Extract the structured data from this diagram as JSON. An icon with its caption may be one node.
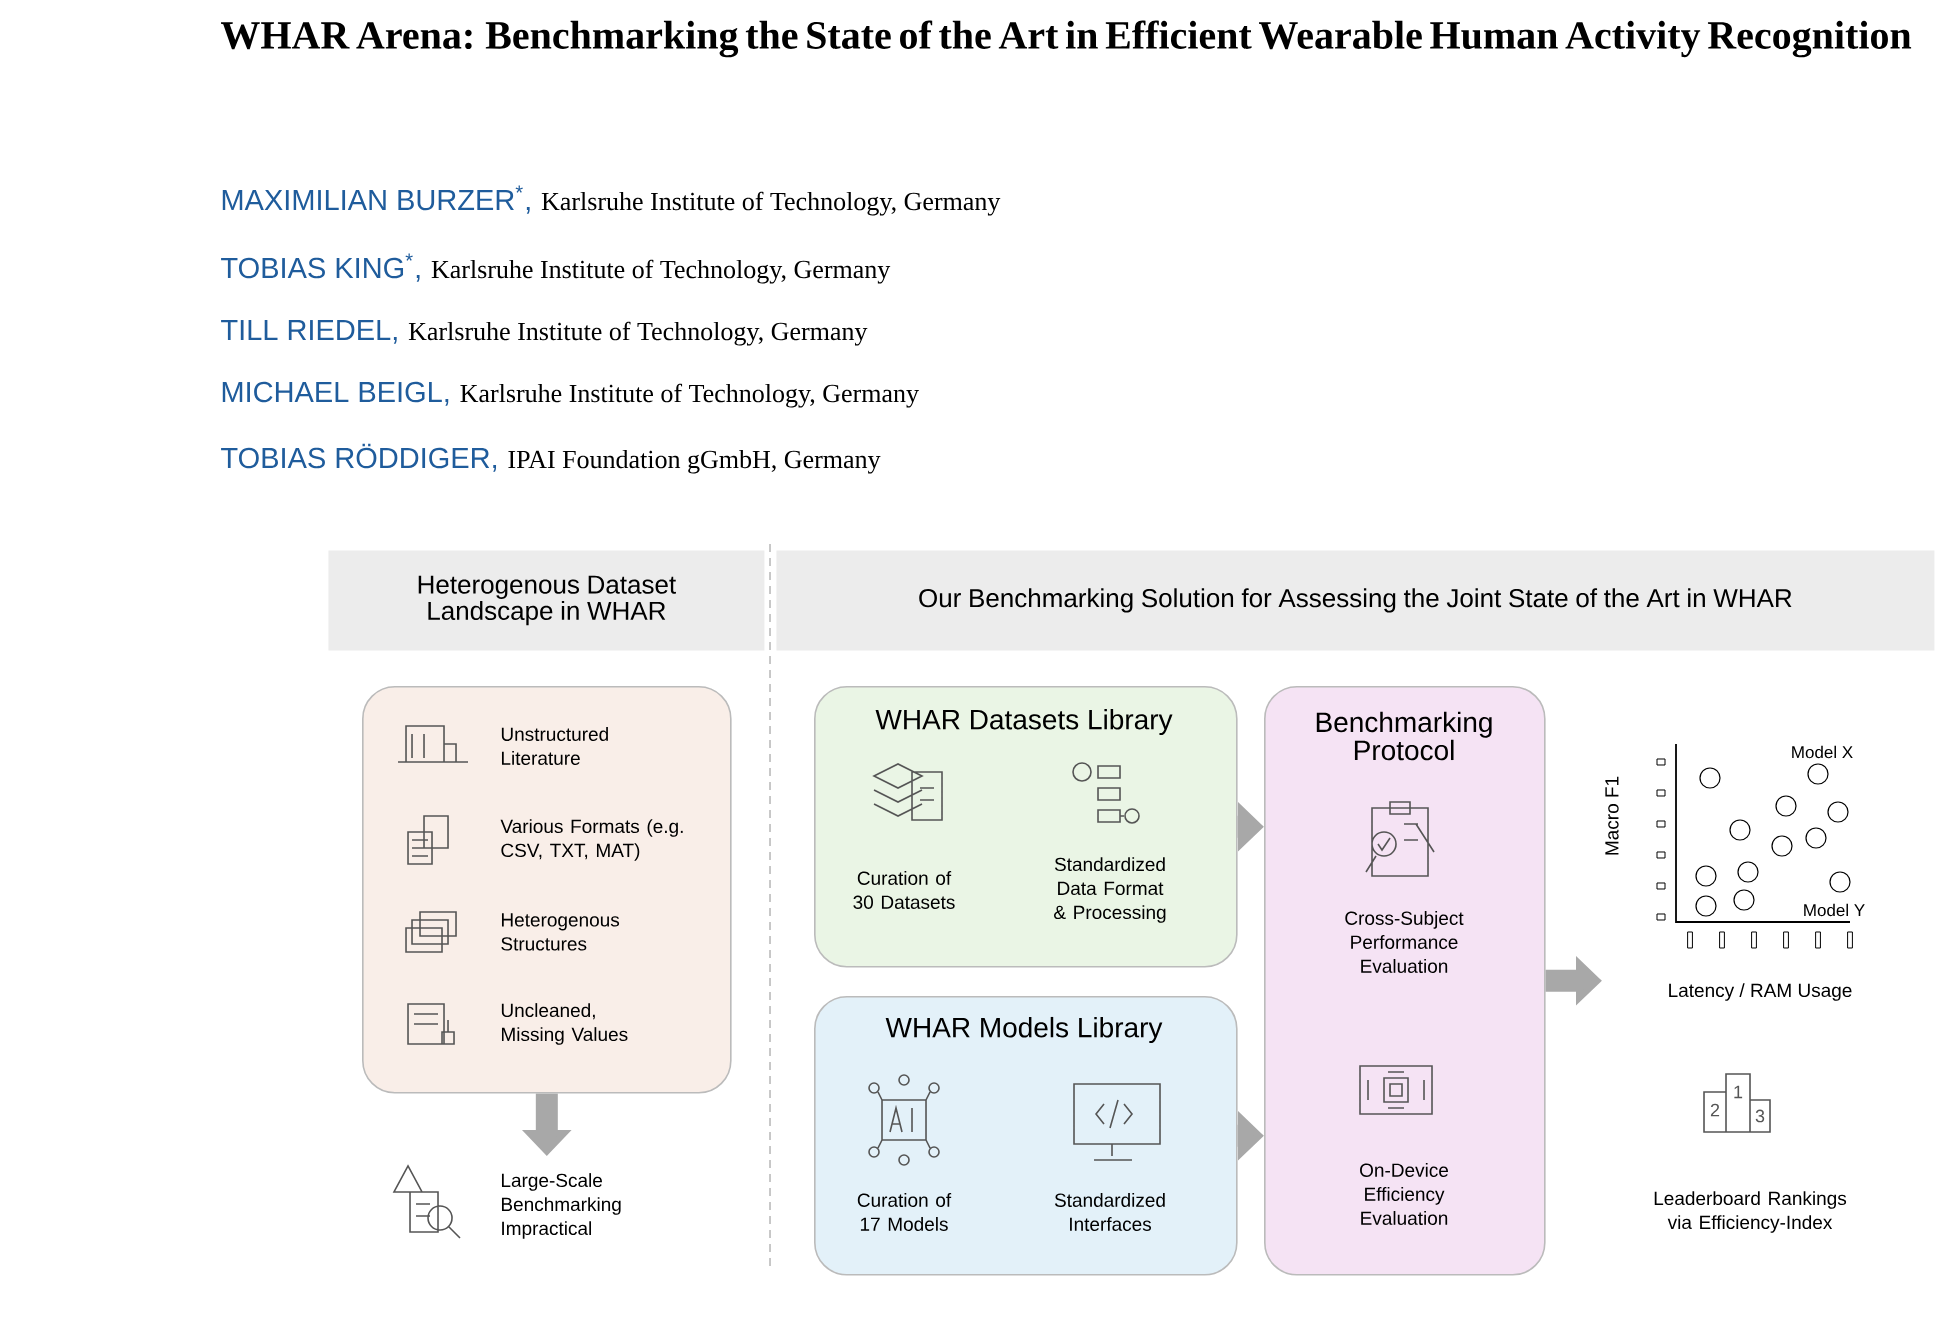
{
  "diagram": {
    "title": "WHAR Arena: Benchmarking the State of the Art in Efficient Wearable Human Activity Recognition",
    "nodes": [
      {
        "text": [
          "Heterogenous Dataset Landscape in WHAR"
        ]
      },
      {
        "text": [
          "Our Benchmarking Solution for Assessing the Joint State of the Art in WHAR"
        ]
      },
      {
        "text": [
          "Unstructured Literature",
          "Various Formats (e.g. CSV, TXT, MAT)",
          "Heterogenous Structures",
          "Uncleaned, Missing Values"
        ]
      },
      {
        "text": [
          "Large-Scale Benchmarking Impractical"
        ]
      },
      {
        "text": [
          "WHAR Datasets Library",
          "Curation of 30 Datasets",
          "Standardized Data Format & Processing"
        ]
      },
      {
        "text": [
          "WHAR Models Library",
          "Curation of 17 Models",
          "Standardized Interfaces"
        ]
      },
      {
        "text": [
          "Benchmarking Protocol",
          "Cross-Subject Performance Evaluation",
          "On-Device Efficiency Evaluation"
        ]
      },
      {
        "text": [
          "Model X",
          "Model Y",
          "Macro F1",
          "Latency / RAM Usage"
        ]
      },
      {
        "text": [
          "2",
          "1",
          "3",
          "Leaderboard Rankings via Efficiency-Index"
        ]
      }
    ],
    "edges": [
      {
        "from": 2,
        "to": 3,
        "arrow": "to"
      },
      {
        "from": 4,
        "to": 6,
        "arrow": "to"
      },
      {
        "from": 5,
        "to": 6,
        "arrow": "to"
      },
      {
        "from": 6,
        "to": 7,
        "arrow": "to"
      }
    ],
    "labels": [
      "MAXIMILIAN BURZER$^{*}$,",
      "Karlsruhe Institute of Technology, Germany",
      "TOBIAS KING$^{*}$,",
      "Karlsruhe Institute of Technology, Germany",
      "TILL RIEDEL,",
      "Karlsruhe Institute of Technology, Germany",
      "MICHAEL BEIGL,",
      "Karlsruhe Institute of Technology, Germany",
      "TOBIAS RÖDDIGER,",
      "IPAI Foundation gGmbH, Germany"
    ]
  }
}
